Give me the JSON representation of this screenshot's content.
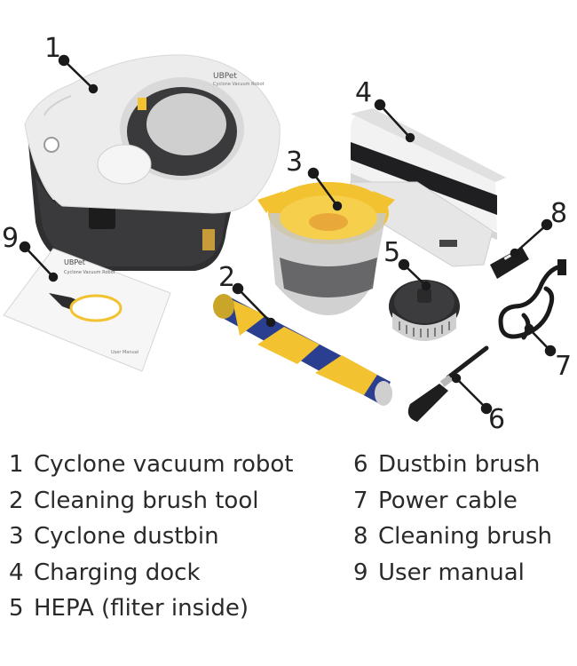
{
  "callouts": [
    {
      "num": "1"
    },
    {
      "num": "2"
    },
    {
      "num": "3"
    },
    {
      "num": "4"
    },
    {
      "num": "5"
    },
    {
      "num": "6"
    },
    {
      "num": "7"
    },
    {
      "num": "8"
    },
    {
      "num": "9"
    }
  ],
  "robot": {
    "brand": "UBPet",
    "model": "Cyclone Vacuum Robot"
  },
  "manual": {
    "brand": "UBPet",
    "subtitle": "Cyclone Vacuum Robot",
    "footer": "User Manual"
  },
  "legend": [
    {
      "num": "1",
      "label": "Cyclone vacuum robot"
    },
    {
      "num": "2",
      "label": "Cleaning brush tool"
    },
    {
      "num": "3",
      "label": "Cyclone dustbin"
    },
    {
      "num": "4",
      "label": "Charging dock"
    },
    {
      "num": "5",
      "label": "HEPA (fliter inside)"
    },
    {
      "num": "6",
      "label": "Dustbin brush"
    },
    {
      "num": "7",
      "label": "Power cable"
    },
    {
      "num": "8",
      "label": "Cleaning brush"
    },
    {
      "num": "9",
      "label": "User manual"
    }
  ],
  "colors": {
    "accent_yellow": "#f2c230",
    "brush_blue": "#2a3f8f",
    "dark": "#2c2c2e",
    "light": "#f0f0f0"
  }
}
